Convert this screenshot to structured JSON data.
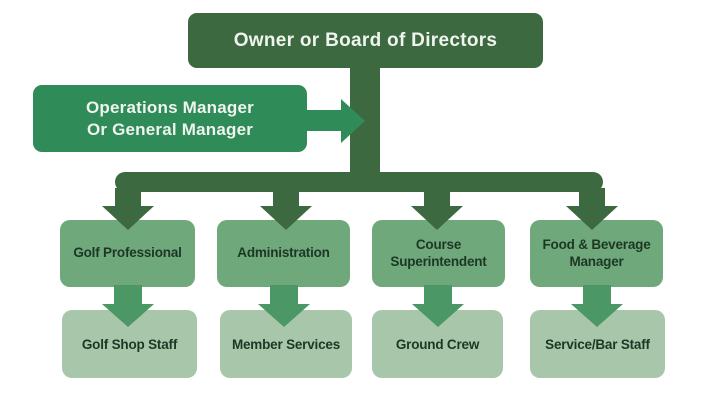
{
  "colors": {
    "background": "#FFFFFF",
    "dark_green": "#3C693F",
    "medium_green": "#2F8B57",
    "arrow_green": "#4B9766",
    "dept_green": "#6FA87B",
    "staff_green": "#A8C7AA",
    "text_dark": "#1C3824",
    "text_light": "#EFF4EE"
  },
  "org": {
    "root": {
      "label": "Owner or Board of Directors"
    },
    "manager": {
      "line1": "Operations Manager",
      "line2": "Or General Manager"
    },
    "departments": [
      {
        "manager": "Golf Professional",
        "staff": "Golf Shop Staff"
      },
      {
        "manager": "Administration",
        "staff": "Member Services"
      },
      {
        "manager": "Course Superintendent",
        "staff": "Ground Crew"
      },
      {
        "manager": "Food & Beverage Manager",
        "staff": "Service/Bar Staff"
      }
    ]
  }
}
